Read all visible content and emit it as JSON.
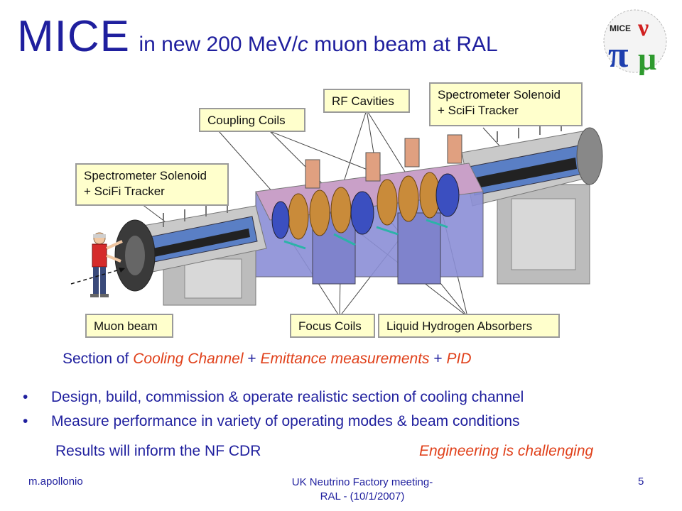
{
  "title": {
    "main": "MICE",
    "sub_prefix": "in new 200 MeV/",
    "sub_italic": "c",
    "sub_suffix": " muon beam at RAL"
  },
  "logo": {
    "text": "MICE",
    "icon": "mice-logo-icon"
  },
  "callouts": {
    "rf_cavities": "RF Cavities",
    "coupling_coils": "Coupling Coils",
    "spectrometer_right_line1": "Spectrometer Solenoid",
    "spectrometer_right_line2": "+ SciFi Tracker",
    "spectrometer_left_line1": "Spectrometer Solenoid",
    "spectrometer_left_line2": "+ SciFi Tracker",
    "muon_beam": "Muon beam",
    "focus_coils": "Focus Coils",
    "lh2_absorbers": "Liquid Hydrogen Absorbers"
  },
  "caption": {
    "part1": "Section of ",
    "part2": "Cooling Channel",
    "part3": " + ",
    "part4": "Emittance measurements",
    "part5": " + ",
    "part6": "PID"
  },
  "bullets": [
    "Design, build, commission & operate realistic section of cooling channel",
    "Measure performance in variety of operating modes & beam conditions"
  ],
  "bullet_symbol": "•",
  "results_text": "Results will inform the NF CDR",
  "challenge_text": "Engineering is challenging",
  "footer": {
    "left": "m.apollonio",
    "center_line1": "UK Neutrino Factory meeting-",
    "center_line2": "RAL - (10/1/2007)",
    "page": "5"
  },
  "colors": {
    "title": "#1f1f9e",
    "highlight": "#e0401a",
    "callout_bg": "#ffffcc"
  }
}
